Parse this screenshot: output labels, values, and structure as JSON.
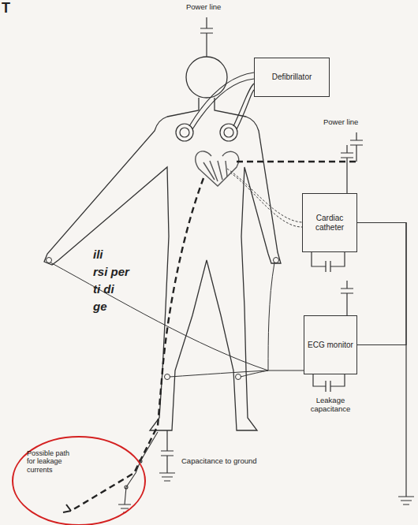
{
  "diagram": {
    "nodes": [
      {
        "text": [
          "Defibrillator"
        ]
      },
      {
        "text": [
          "Cardiac catheter"
        ]
      },
      {
        "text": [
          "ECG monitor"
        ]
      }
    ],
    "edges": [
      {
        "from": 1,
        "to": 2,
        "arrow": "none"
      }
    ],
    "labels": [
      "T",
      "Power line",
      "Power line",
      "Leakage capacitance",
      "Capacitance to ground",
      "Possible path for leakage currents",
      "ili",
      "rsi per",
      "ti di",
      "ge"
    ]
  }
}
